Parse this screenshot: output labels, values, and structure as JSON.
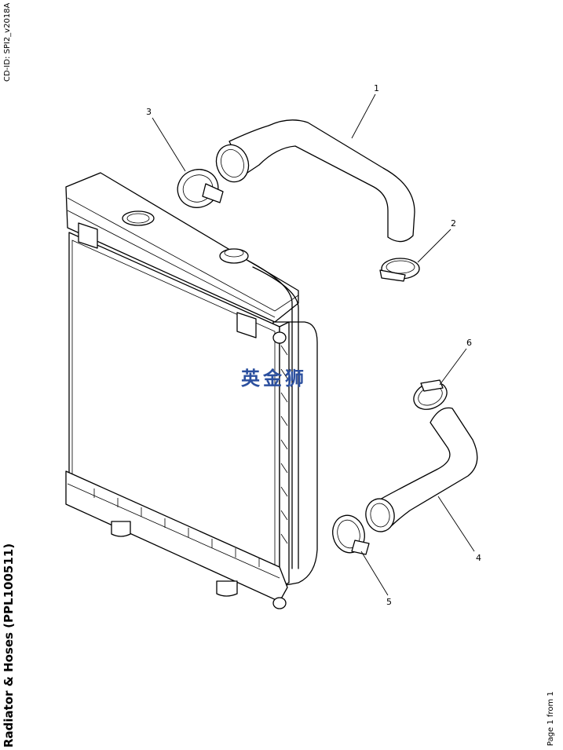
{
  "document": {
    "doc_id": "CD-ID: SPI2_v2018A",
    "title": "Radiator & Hoses (PPL100511)",
    "page": "Page 1 from 1",
    "watermark": "英金狮"
  },
  "callouts": [
    {
      "id": "1",
      "label": "1",
      "part": "upper-hose"
    },
    {
      "id": "2",
      "label": "2",
      "part": "upper-hose-clamp"
    },
    {
      "id": "3",
      "label": "3",
      "part": "upper-hose-clamp"
    },
    {
      "id": "4",
      "label": "4",
      "part": "lower-hose"
    },
    {
      "id": "5",
      "label": "5",
      "part": "lower-hose-clamp"
    },
    {
      "id": "6",
      "label": "6",
      "part": "lower-hose-clamp"
    }
  ]
}
